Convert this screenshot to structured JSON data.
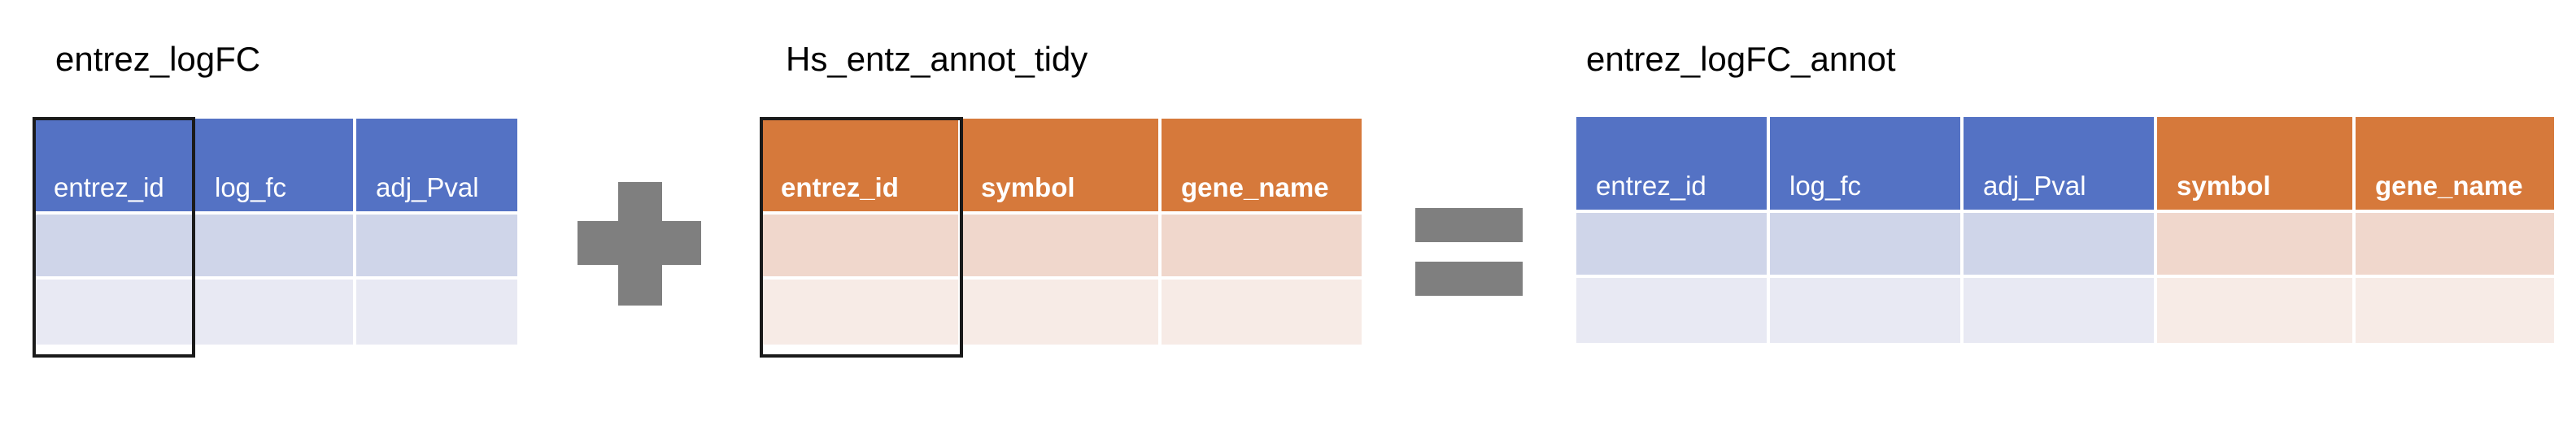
{
  "tables": {
    "left": {
      "title": "entrez_logFC",
      "columns": [
        {
          "label": "entrez_id",
          "color": "blue",
          "bold": false
        },
        {
          "label": "log_fc",
          "color": "blue",
          "bold": false
        },
        {
          "label": "adj_Pval",
          "color": "blue",
          "bold": false
        }
      ]
    },
    "middle": {
      "title": "Hs_entz_annot_tidy",
      "columns": [
        {
          "label": "entrez_id",
          "color": "orange",
          "bold": true
        },
        {
          "label": "symbol",
          "color": "orange",
          "bold": true
        },
        {
          "label": "gene_name",
          "color": "orange",
          "bold": true
        }
      ]
    },
    "right": {
      "title": "entrez_logFC_annot",
      "columns": [
        {
          "label": "entrez_id",
          "color": "blue",
          "bold": false
        },
        {
          "label": "log_fc",
          "color": "blue",
          "bold": false
        },
        {
          "label": "adj_Pval",
          "color": "blue",
          "bold": false
        },
        {
          "label": "symbol",
          "color": "orange",
          "bold": true
        },
        {
          "label": "gene_name",
          "color": "orange",
          "bold": true
        }
      ]
    }
  },
  "operators": {
    "plus": "plus-sign",
    "equals": "equals-sign"
  },
  "colors": {
    "blue_header": "#5472c4",
    "orange_header": "#d6793b",
    "operator_gray": "#7f7f7f",
    "key_outline": "#1a1a1a"
  }
}
